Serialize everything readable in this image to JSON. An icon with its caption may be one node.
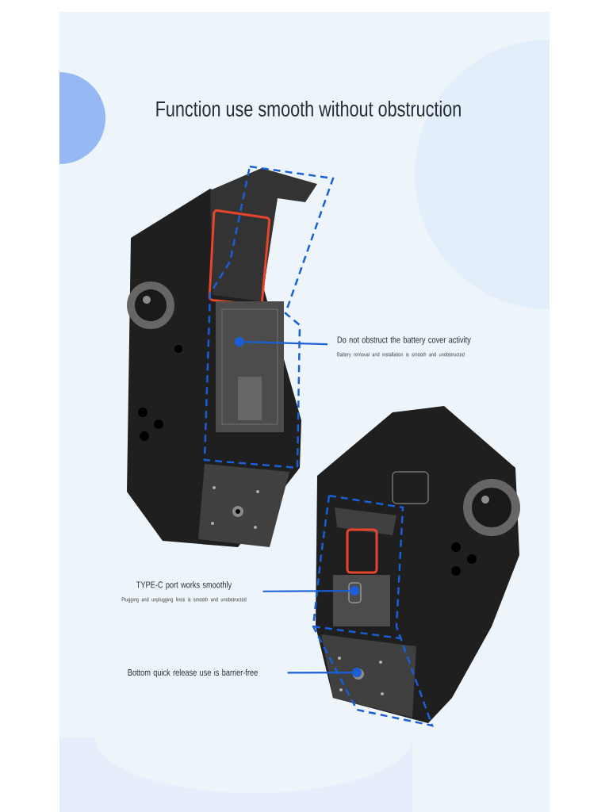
{
  "diagram": {
    "title": "Function use smooth without obstruction",
    "nodes": [
      {
        "text": [
          "Do not obstruct the battery cover activity",
          "Battery removal and installation is smooth and unobstructed"
        ]
      },
      {
        "text": [],
        "shape": "circle"
      },
      {
        "text": [
          "TYPE-C port works smoothly",
          "Plugging and unplugging lines is smooth and unobstructed"
        ]
      },
      {
        "text": [],
        "shape": "circle"
      },
      {
        "text": [
          "Bottom quick release use is barrier-free"
        ]
      },
      {
        "text": [],
        "shape": "circle"
      }
    ],
    "edges": [
      {
        "from": 0,
        "to": 1,
        "arrow": "none"
      },
      {
        "from": 2,
        "to": 3,
        "arrow": "none"
      },
      {
        "from": 4,
        "to": 5,
        "arrow": "none"
      }
    ]
  }
}
